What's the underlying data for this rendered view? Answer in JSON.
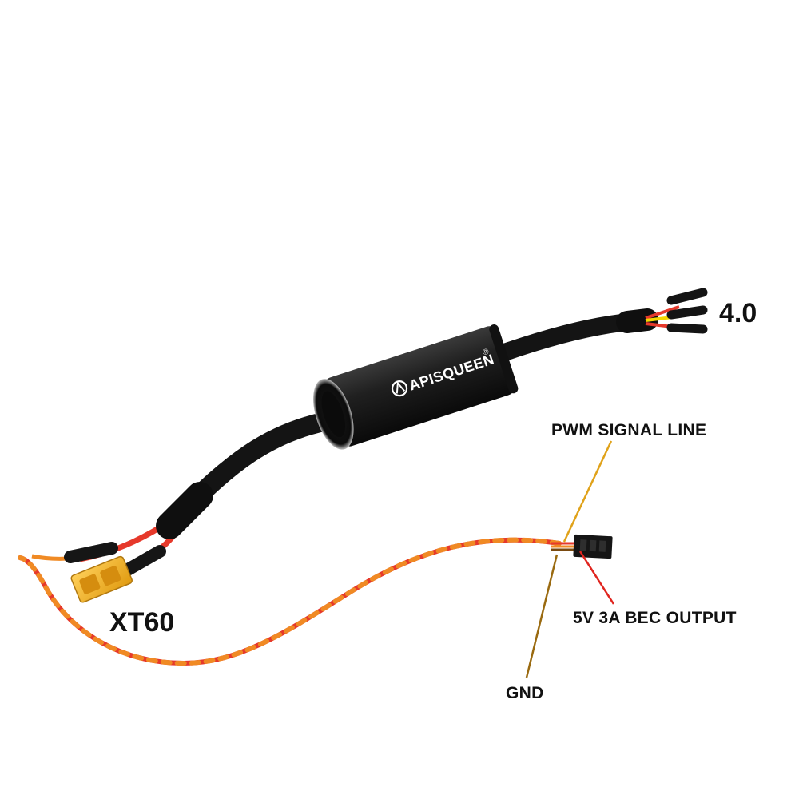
{
  "brand": {
    "logo_text": "APISQUEEN",
    "registered_mark": "®"
  },
  "labels": {
    "connector_version": "4.0",
    "battery_connector": "XT60",
    "pwm_signal": "PWM SIGNAL LINE",
    "bec_output": "5V 3A BEC OUTPUT",
    "ground": "GND"
  },
  "colors": {
    "cable": "#141414",
    "body": "#1c1c1c",
    "xt60": "#f2b21c",
    "wire_red": "#e6392b",
    "wire_orange": "#f08a24",
    "wire_yellow": "#f5d800",
    "pwm_line": "#e0a21a",
    "bec_line": "#e0251f",
    "gnd_line": "#9a6a10"
  }
}
